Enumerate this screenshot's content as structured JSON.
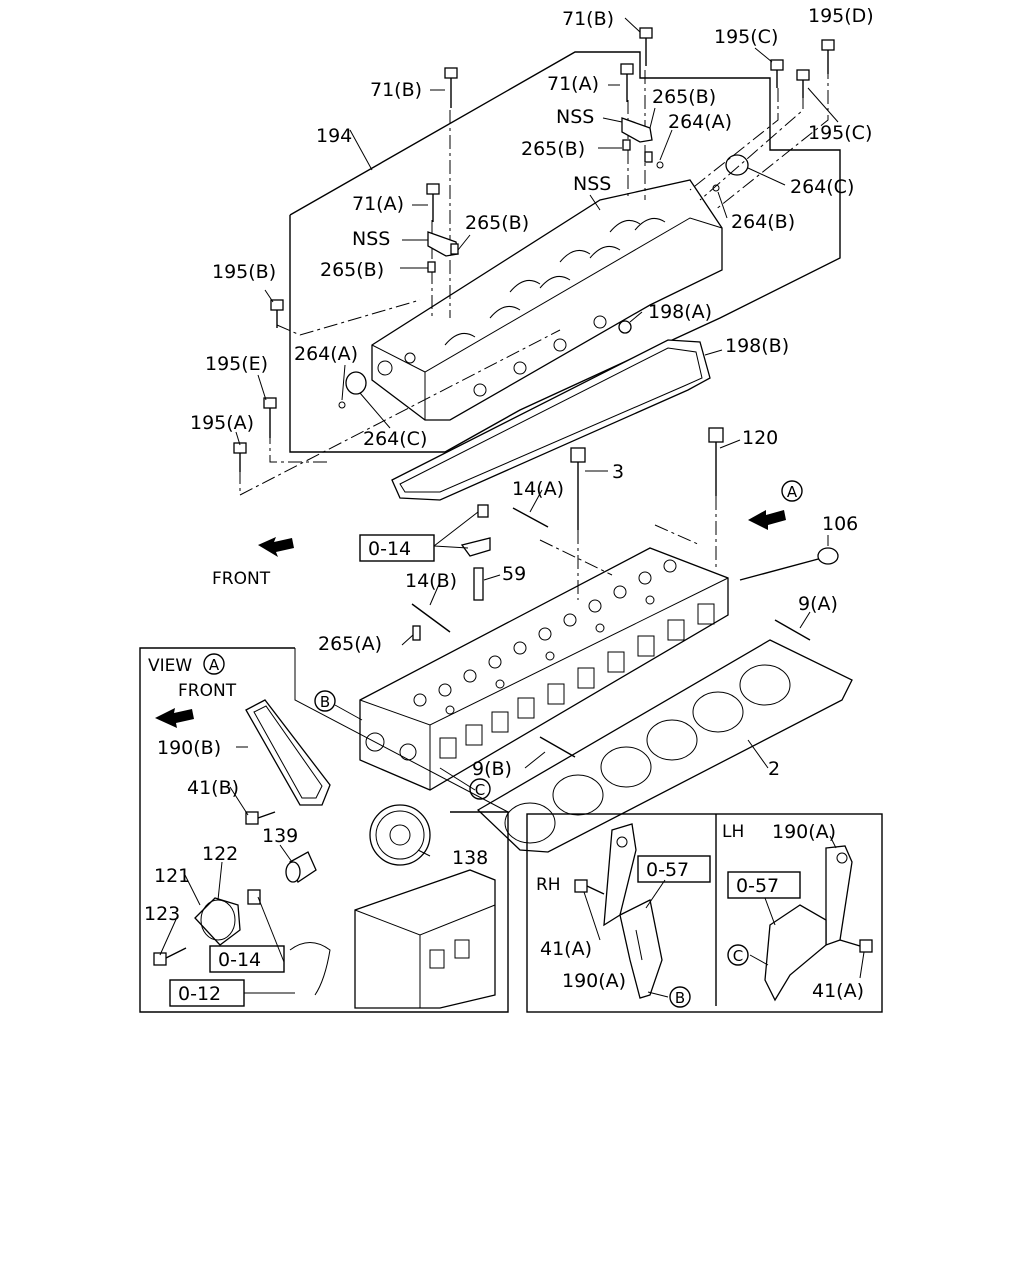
{
  "labels": {
    "l_71B_top": "71(B)",
    "l_195D": "195(D)",
    "l_195C_top": "195(C)",
    "l_71B_left": "71(B)",
    "l_71A_top": "71(A)",
    "l_265B_top": "265(B)",
    "l_NSS_top": "NSS",
    "l_264A_top": "264(A)",
    "l_195C_right": "195(C)",
    "l_194": "194",
    "l_265B_2": "265(B)",
    "l_NSS_mid": "NSS",
    "l_264C_top": "264(C)",
    "l_71A_left": "71(A)",
    "l_265B_3": "265(B)",
    "l_264B": "264(B)",
    "l_NSS_left": "NSS",
    "l_265B_4": "265(B)",
    "l_195B": "195(B)",
    "l_198A": "198(A)",
    "l_264A_left": "264(A)",
    "l_198B": "198(B)",
    "l_195E": "195(E)",
    "l_195A": "195(A)",
    "l_264C_bot": "264(C)",
    "l_120": "120",
    "l_3": "3",
    "l_14A": "14(A)",
    "l_106": "106",
    "l_front_main": "FRONT",
    "l_59": "59",
    "l_14B": "14(B)",
    "l_9A": "9(A)",
    "l_265A": "265(A)",
    "l_9B": "9(B)",
    "l_2": "2",
    "l_view": "VIEW",
    "l_front_view": "FRONT",
    "l_190B": "190(B)",
    "l_41B": "41(B)",
    "l_139": "139",
    "l_138": "138",
    "l_122": "122",
    "l_121": "121",
    "l_123": "123",
    "l_lh": "LH",
    "l_190A_lh": "190(A)",
    "l_rh": "RH",
    "l_41A_rh": "41(A)",
    "l_190A_rh": "190(A)",
    "l_41A_lh": "41(A)"
  },
  "boxed_refs": {
    "b_014_main": "0-14",
    "b_014_view": "0-14",
    "b_012": "0-12",
    "b_057_rh": "0-57",
    "b_057_lh": "0-57"
  },
  "circled_refs": {
    "c_A_main": "A",
    "c_A_view": "A",
    "c_B_head": "B",
    "c_C_head": "C",
    "c_B_rh": "B",
    "c_C_lh": "C"
  }
}
